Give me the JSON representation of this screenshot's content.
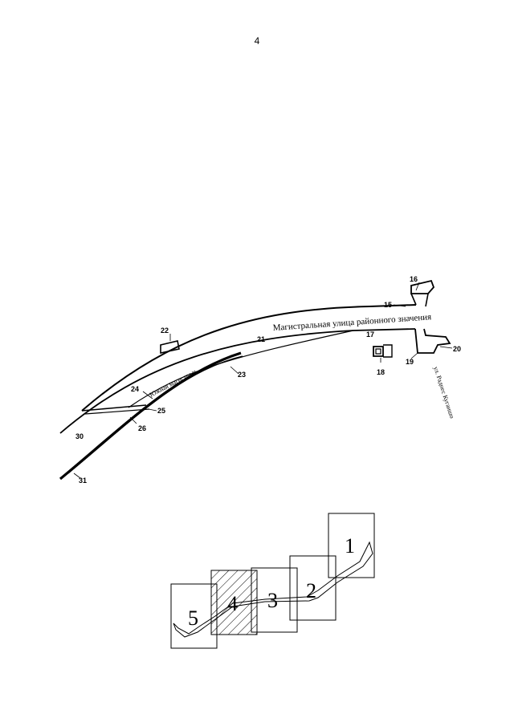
{
  "page_number": "4",
  "plan": {
    "callouts": [
      "15",
      "16",
      "17",
      "18",
      "19",
      "20",
      "21",
      "22",
      "23",
      "24",
      "25",
      "26",
      "30",
      "31"
    ],
    "streets": {
      "main": "Магистральная улица районного значения",
      "south": "Южная магистраль",
      "side": "ул. Раднес Кугаишо"
    }
  },
  "index_map": {
    "sheets": [
      "1",
      "2",
      "3",
      "4",
      "5"
    ],
    "hatched_sheet": "4"
  }
}
